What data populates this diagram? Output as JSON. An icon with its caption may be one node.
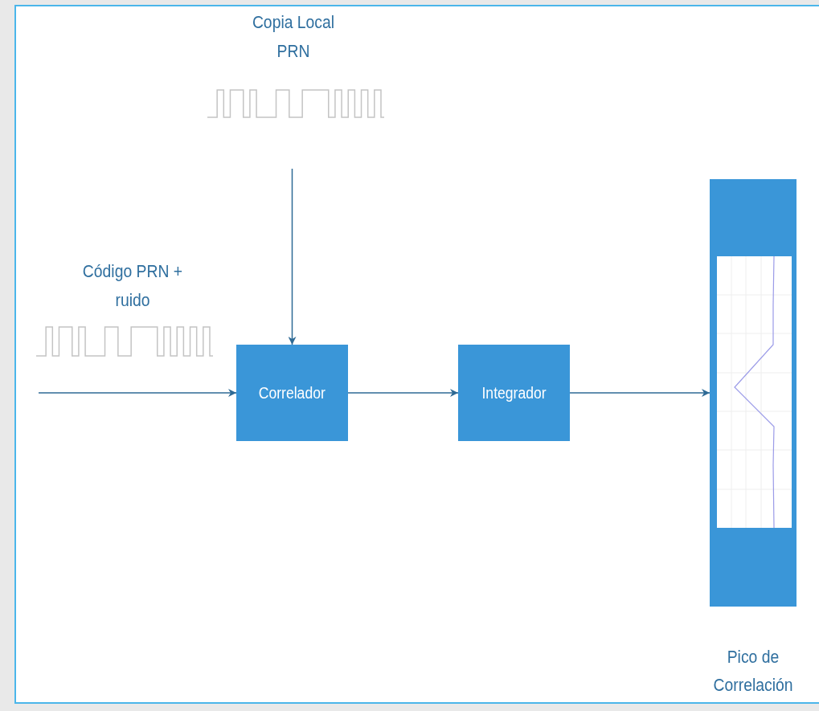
{
  "diagram": {
    "nodes": [
      {
        "text": [
          "Copia Local PRN"
        ]
      },
      {
        "text": [
          "Correlador"
        ]
      },
      {
        "text": [
          "Integrador"
        ]
      },
      {
        "text": [],
        "shape": "box",
        "beside": [
          "Pico de Correlación"
        ]
      }
    ],
    "edges": [
      {
        "from": 0,
        "to": 1,
        "arrow": "to"
      },
      {
        "from": null,
        "to": 1,
        "arrow": "to"
      },
      {
        "from": 1,
        "to": 2,
        "arrow": "to"
      },
      {
        "from": 2,
        "to": 3,
        "arrow": "to"
      }
    ],
    "labels": [
      "Código PRN + ruido"
    ]
  }
}
